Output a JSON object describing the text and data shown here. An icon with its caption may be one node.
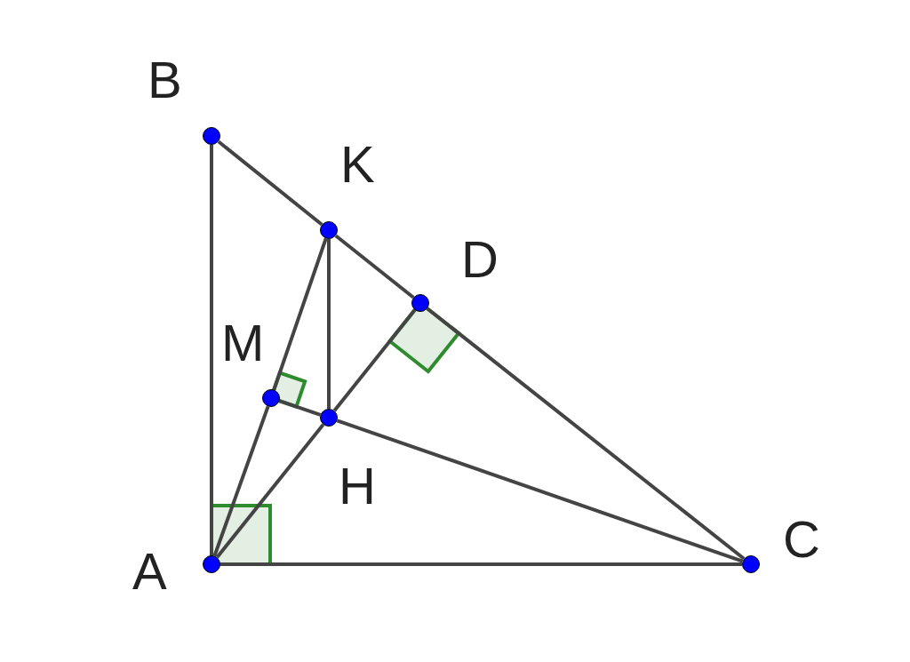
{
  "diagram": {
    "nodes": [
      {
        "text": [
          "B"
        ]
      },
      {
        "text": [
          "K"
        ]
      },
      {
        "text": [
          "D"
        ]
      },
      {
        "text": [
          "M"
        ]
      },
      {
        "text": [
          "H"
        ]
      },
      {
        "text": [
          "A"
        ]
      },
      {
        "text": [
          "C"
        ]
      }
    ],
    "edges": [
      {
        "from": 0,
        "to": 1,
        "arrow": "none"
      },
      {
        "from": 1,
        "to": 2,
        "arrow": "none"
      },
      {
        "from": 2,
        "to": 6,
        "arrow": "none"
      },
      {
        "from": 0,
        "to": 5,
        "arrow": "none"
      },
      {
        "from": 5,
        "to": 6,
        "arrow": "none"
      },
      {
        "from": 5,
        "to": 3,
        "arrow": "none"
      },
      {
        "from": 3,
        "to": 1,
        "arrow": "none"
      },
      {
        "from": 1,
        "to": 4,
        "arrow": "none"
      },
      {
        "from": 3,
        "to": 4,
        "arrow": "none"
      },
      {
        "from": 5,
        "to": 4,
        "arrow": "none"
      },
      {
        "from": 4,
        "to": 2,
        "arrow": "none"
      },
      {
        "from": 4,
        "to": 6,
        "arrow": "none"
      }
    ]
  }
}
